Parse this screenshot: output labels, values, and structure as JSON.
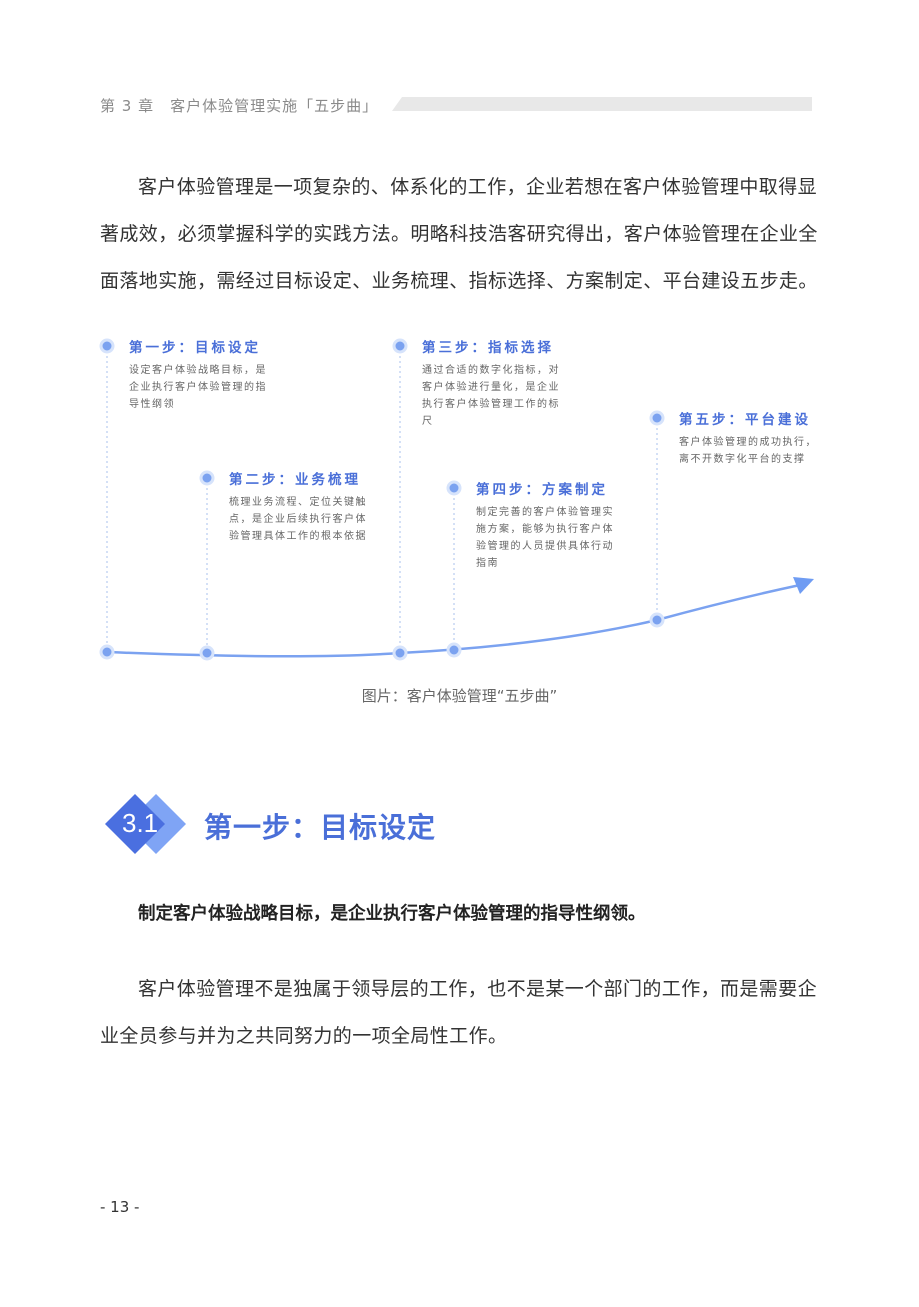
{
  "header": {
    "chapter_title": "第 3 章　客户体验管理实施「五步曲」"
  },
  "intro_paragraph": "客户体验管理是一项复杂的、体系化的工作，企业若想在客户体验管理中取得显著成效，必须掌握科学的实践方法。明略科技浩客研究得出，客户体验管理在企业全面落地实施，需经过目标设定、业务梳理、指标选择、方案制定、平台建设五步走。",
  "figure": {
    "steps": [
      {
        "title": "第一步：目标设定",
        "desc": "设定客户体验战略目标，是企业执行客户体验管理的指导性纲领"
      },
      {
        "title": "第二步：业务梳理",
        "desc": "梳理业务流程、定位关键触点，是企业后续执行客户体验管理具体工作的根本依据"
      },
      {
        "title": "第三步：指标选择",
        "desc": "通过合适的数字化指标，对客户体验进行量化，是企业执行客户体验管理工作的标尺"
      },
      {
        "title": "第四步：方案制定",
        "desc": "制定完善的客户体验管理实施方案，能够为执行客户体验管理的人员提供具体行动指南"
      },
      {
        "title": "第五步：平台建设",
        "desc": "客户体验管理的成功执行，离不开数字化平台的支撑"
      }
    ],
    "caption": "图片：客户体验管理“五步曲”",
    "accent_color": "#6f9cf3"
  },
  "section": {
    "number": "3.1",
    "title": "第一步：目标设定",
    "badge_colors": [
      "#4a6fe0",
      "#7fa4f5"
    ],
    "lead_sentence": "制定客户体验战略目标，是企业执行客户体验管理的指导性纲领。",
    "body_paragraph": "客户体验管理不是独属于领导层的工作，也不是某一个部门的工作，而是需要企业全员参与并为之共同努力的一项全局性工作。"
  },
  "footer": {
    "page_number": "- 13 -"
  }
}
